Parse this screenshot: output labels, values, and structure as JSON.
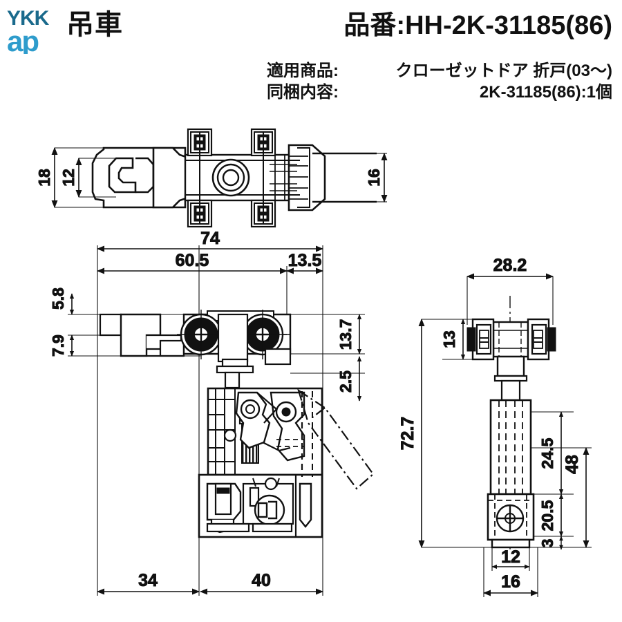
{
  "header": {
    "logo_alt": "YKK ap",
    "logo_top_text": "YKK",
    "logo_bottom_text": "ap",
    "logo_color_top": "#1a6a8c",
    "logo_color_bottom": "#2e9ccc",
    "brand_title": "吊車",
    "part_number": "品番:HH-2K-31185(86)",
    "spec_rows": [
      {
        "label": "適用商品:",
        "value": "クローゼットドア 折戸(03～)"
      },
      {
        "label": "同梱内容:",
        "value": "2K-31185(86):1個"
      }
    ]
  },
  "drawing": {
    "line_color": "#111111",
    "views": [
      {
        "name": "top-view",
        "title": ""
      },
      {
        "name": "front-view",
        "title": ""
      },
      {
        "name": "side-view",
        "title": ""
      }
    ],
    "dimensions": {
      "top_view": [
        "18",
        "12",
        "16"
      ],
      "front_view": [
        "74",
        "60.5",
        "13.5",
        "5.8",
        "7.9",
        "13.7",
        "2.5",
        "34",
        "40"
      ],
      "side_view": [
        "28.2",
        "13",
        "72.7",
        "24.5",
        "48",
        "20.5",
        "3",
        "12",
        "16"
      ]
    },
    "labels": {
      "d18": "18",
      "d12_top": "12",
      "d16_top": "16",
      "d74": "74",
      "d605": "60.5",
      "d135": "13.5",
      "d58": "5.8",
      "d79": "7.9",
      "d137": "13.7",
      "d25": "2.5",
      "d34": "34",
      "d40": "40",
      "d282": "28.2",
      "d13": "13",
      "d727": "72.7",
      "d245": "24.5",
      "d48": "48",
      "d205": "20.5",
      "d3": "3",
      "d12_side": "12",
      "d16_side": "16"
    }
  }
}
